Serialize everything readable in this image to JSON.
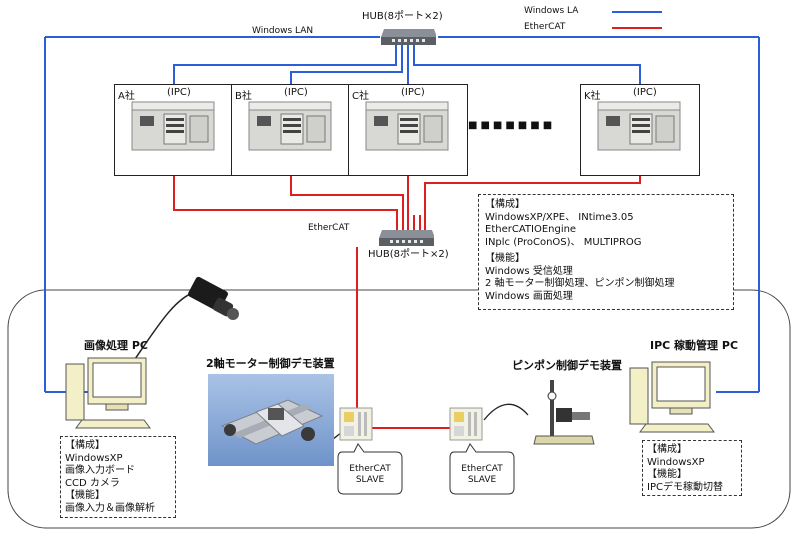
{
  "legend": {
    "items": [
      {
        "label": "Windows LA",
        "color": "#2b5fd9"
      },
      {
        "label": "EtherCAT",
        "color": "#dd1f1f"
      }
    ]
  },
  "colors": {
    "lan": "#2b5fd9",
    "ethercat": "#dd1f1f"
  },
  "hub_top": {
    "label": "HUB(8ポート×2)"
  },
  "hub_mid": {
    "label": "HUB(8ポート×2)"
  },
  "network_labels": {
    "lan": "Windows LAN",
    "ethercat": "EtherCAT"
  },
  "ipcs": [
    {
      "company": "A社",
      "type": "(IPC)"
    },
    {
      "company": "B社",
      "type": "(IPC)"
    },
    {
      "company": "C社",
      "type": "(IPC)"
    },
    {
      "company": "K社",
      "type": "(IPC)"
    }
  ],
  "ipc_config": {
    "config_heading": "【構成】",
    "config_lines": [
      "WindowsXP/XPE、 INtime3.05",
      "EtherCATIOEngine",
      "INplc (ProConOS)、 MULTIPROG"
    ],
    "function_heading": "【機能】",
    "function_lines": [
      "Windows 受信処理",
      "2 軸モーター制御処理、ピンポン制御処理",
      "Windows 画面処理"
    ]
  },
  "image_pc": {
    "title": "画像処理 PC",
    "lines": [
      "【構成】",
      "WindowsXP",
      "画像入力ボード",
      "CCD カメラ",
      "【機能】",
      "画像入力＆画像解析"
    ]
  },
  "mgmt_pc": {
    "title": "IPC 稼動管理 PC",
    "lines": [
      "【構成】",
      "WindowsXP",
      "【機能】",
      "IPCデモ稼動切替"
    ]
  },
  "demo_2axis": {
    "title": "2軸モーター制御デモ装置"
  },
  "demo_pingpong": {
    "title": "ピンポン制御デモ装置"
  },
  "slaves": [
    {
      "line1": "EtherCAT",
      "line2": "SLAVE"
    },
    {
      "line1": "EtherCAT",
      "line2": "SLAVE"
    }
  ],
  "dots": "■■■■■■■"
}
